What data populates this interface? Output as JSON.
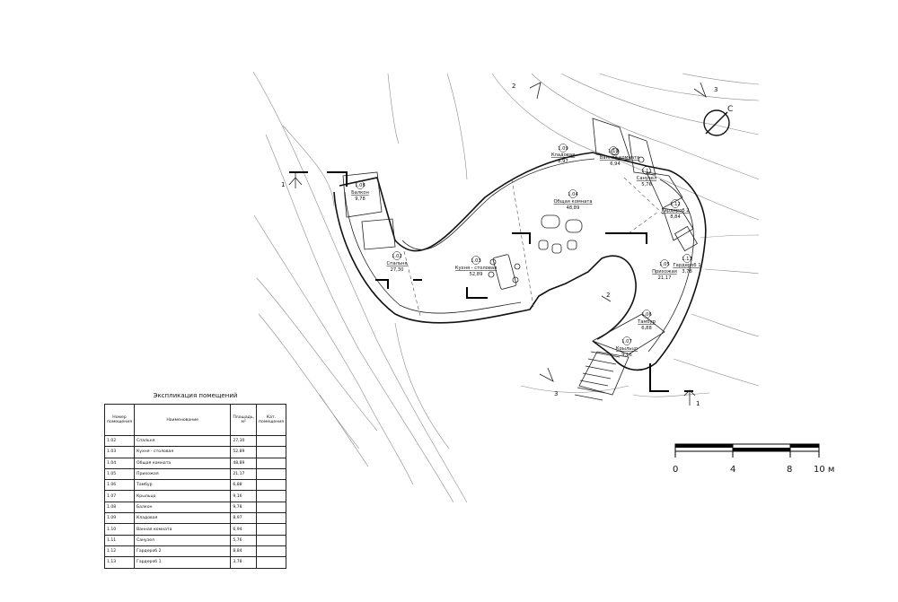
{
  "north_arrow": {
    "label": "С"
  },
  "section_marks": [
    "1",
    "1",
    "2",
    "2",
    "3",
    "3"
  ],
  "rooms": [
    {
      "id": "1.02",
      "name": "Спальня",
      "area": "27,30"
    },
    {
      "id": "1.03",
      "name": "Кухня - столовая",
      "area": "52,89"
    },
    {
      "id": "1.04",
      "name": "Общая комната",
      "area": "48,89"
    },
    {
      "id": "1.05",
      "name": "Прихожая",
      "area": "21,17"
    },
    {
      "id": "1.06",
      "name": "Тамбур",
      "area": "6,88"
    },
    {
      "id": "1.07",
      "name": "Крыльцо",
      "area": "9,16"
    },
    {
      "id": "1.08",
      "name": "Балкон",
      "area": "9,78"
    },
    {
      "id": "1.09",
      "name": "Кладовая",
      "area": "8,97"
    },
    {
      "id": "1.10",
      "name": "Ванная комната",
      "area": "6,94"
    },
    {
      "id": "1.11",
      "name": "Санузел",
      "area": "5,76"
    },
    {
      "id": "1.12",
      "name": "Гардероб 2",
      "area": "8,84"
    },
    {
      "id": "1.13",
      "name": "Гардероб 1",
      "area": "3,78"
    }
  ],
  "explication": {
    "title": "Экспликация помещений",
    "headers": [
      "Номер помещения",
      "Наименование",
      "Площадь, м²",
      "Кат. помещения"
    ],
    "rows": [
      [
        "1.02",
        "Спальня",
        "27,30",
        ""
      ],
      [
        "1.03",
        "Кухня - столовая",
        "52,89",
        ""
      ],
      [
        "1.04",
        "Общая комната",
        "48,89",
        ""
      ],
      [
        "1.05",
        "Прихожая",
        "21,17",
        ""
      ],
      [
        "1.06",
        "Тамбур",
        "6,88",
        ""
      ],
      [
        "1.07",
        "Крыльцо",
        "9,16",
        ""
      ],
      [
        "1.08",
        "Балкон",
        "9,78",
        ""
      ],
      [
        "1.09",
        "Кладовая",
        "8,97",
        ""
      ],
      [
        "1.10",
        "Ванная комната",
        "6,94",
        ""
      ],
      [
        "1.11",
        "Санузел",
        "5,76",
        ""
      ],
      [
        "1.12",
        "Гардероб 2",
        "8,84",
        ""
      ],
      [
        "1.13",
        "Гардероб 1",
        "3,78",
        ""
      ]
    ]
  },
  "scale_bar": {
    "labels": [
      "0",
      "4",
      "8",
      "10 м"
    ]
  }
}
